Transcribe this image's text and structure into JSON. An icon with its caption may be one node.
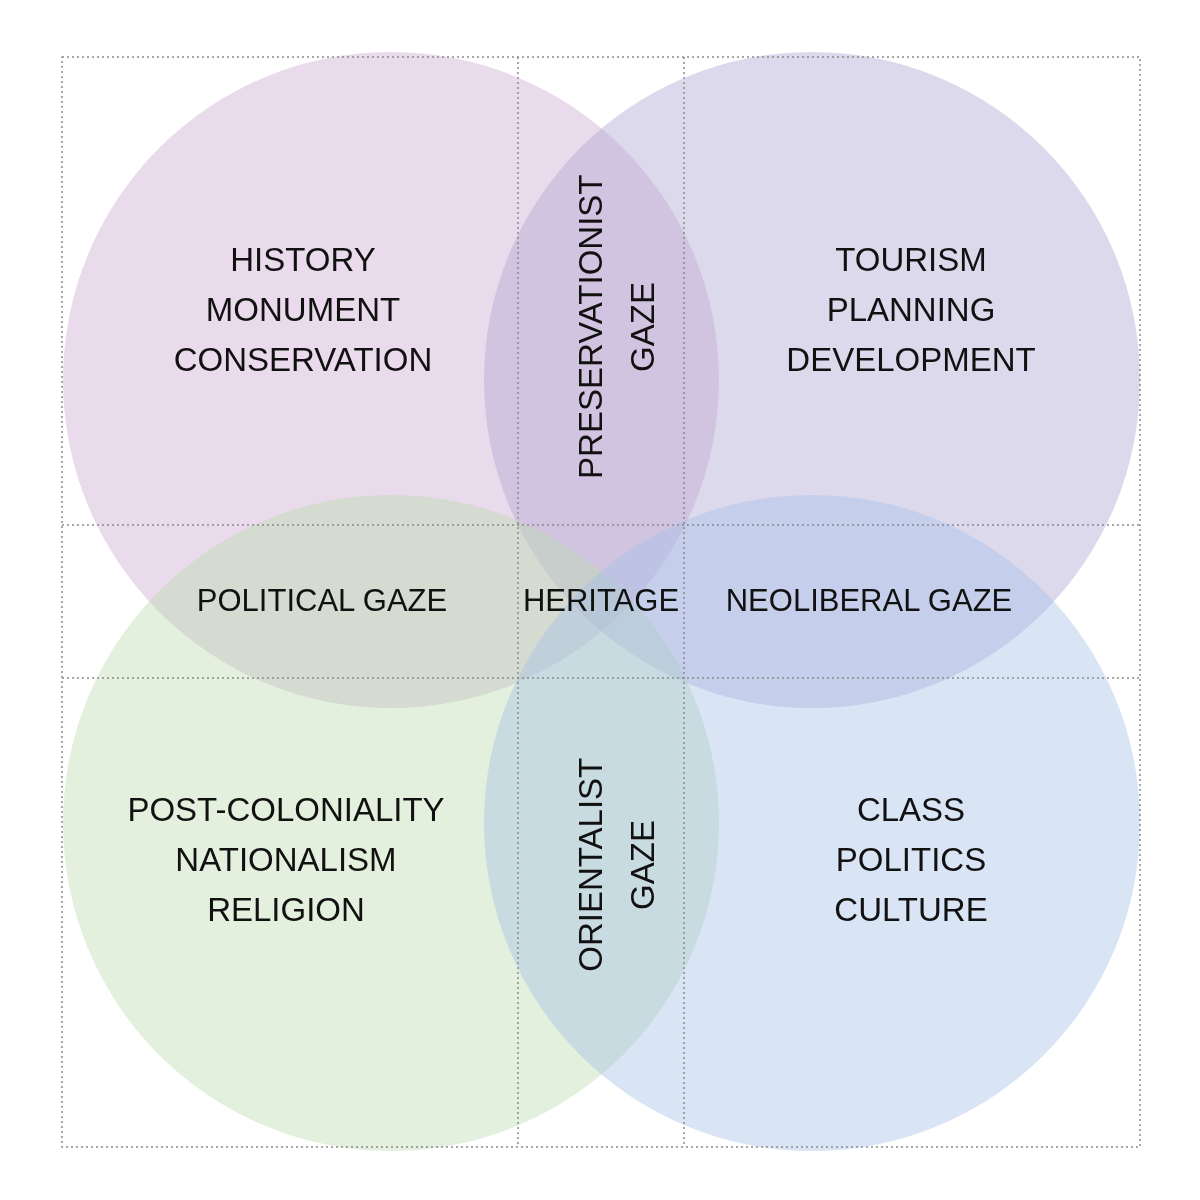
{
  "diagram": {
    "nodes": [
      {
        "text": [
          "HISTORY MONUMENT CONSERVATION"
        ]
      },
      {
        "text": [
          "TOURISM PLANNING DEVELOPMENT"
        ]
      },
      {
        "text": [
          "POST-COLONIALITY NATIONALISM RELIGION"
        ]
      },
      {
        "text": [
          "CLASS POLITICS CULTURE"
        ]
      }
    ],
    "labels": [
      "PRESERVATIONIST GAZE",
      "POLITICAL GAZE",
      "HERITAGE",
      "NEOLIBERAL GAZE",
      "ORIENTALIST GAZE"
    ]
  }
}
